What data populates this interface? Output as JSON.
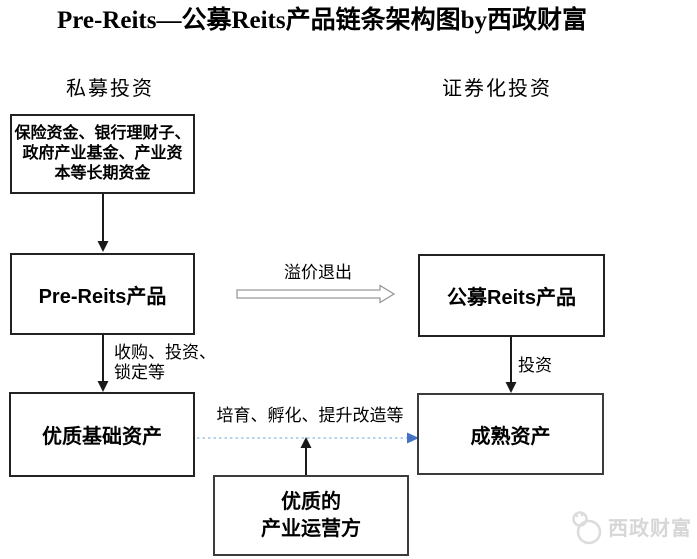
{
  "title": "Pre-Reits—公募Reits产品链条架构图by西政财富",
  "column_headers": {
    "left": "私募投资",
    "right": "证券化投资"
  },
  "boxes": {
    "long_term_funds": {
      "line1": "保险资金、银行理财子、",
      "line2": "政府产业基金、产业资",
      "line3": "本等长期资金"
    },
    "pre_reits_product": {
      "label": "Pre-Reits产品"
    },
    "public_reits_product": {
      "label": "公募Reits产品"
    },
    "quality_base_assets": {
      "label": "优质基础资产"
    },
    "mature_assets": {
      "label": "成熟资产"
    },
    "industry_operator": {
      "line1": "优质的",
      "line2": "产业运营方"
    }
  },
  "edge_labels": {
    "premium_exit": "溢价退出",
    "acquisition_line1": "收购、投资、",
    "acquisition_line2": "锁定等",
    "invest": "投资",
    "cultivation": "培育、孵化、提升改造等"
  },
  "watermark": {
    "brand": "西政财富"
  },
  "colors": {
    "box_border": "#222222",
    "line_black": "#1a1a1a",
    "hollow_arrow_outline": "#999999",
    "dotted_line_blue": "#9DC3E6",
    "dotted_arrowhead_blue": "#4472C4",
    "watermark_gray": "#D7D7D7"
  }
}
